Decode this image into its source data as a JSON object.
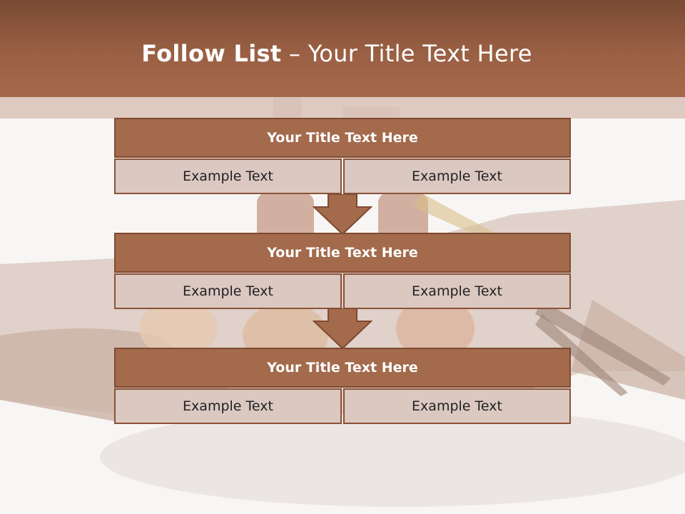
{
  "title": {
    "bold": "Follow List",
    "rest": " – Your Title Text Here"
  },
  "steps": [
    {
      "title": "Your Title Text Here",
      "left": "Example Text",
      "right": "Example Text"
    },
    {
      "title": "Your Title Text Here",
      "left": "Example Text",
      "right": "Example Text"
    },
    {
      "title": "Your Title Text Here",
      "left": "Example Text",
      "right": "Example Text"
    }
  ],
  "colors": {
    "header": "#9a6044",
    "box_title": "#a36a4c",
    "box_cell": "#dbc8c1",
    "arrow": "#a36a4c"
  }
}
